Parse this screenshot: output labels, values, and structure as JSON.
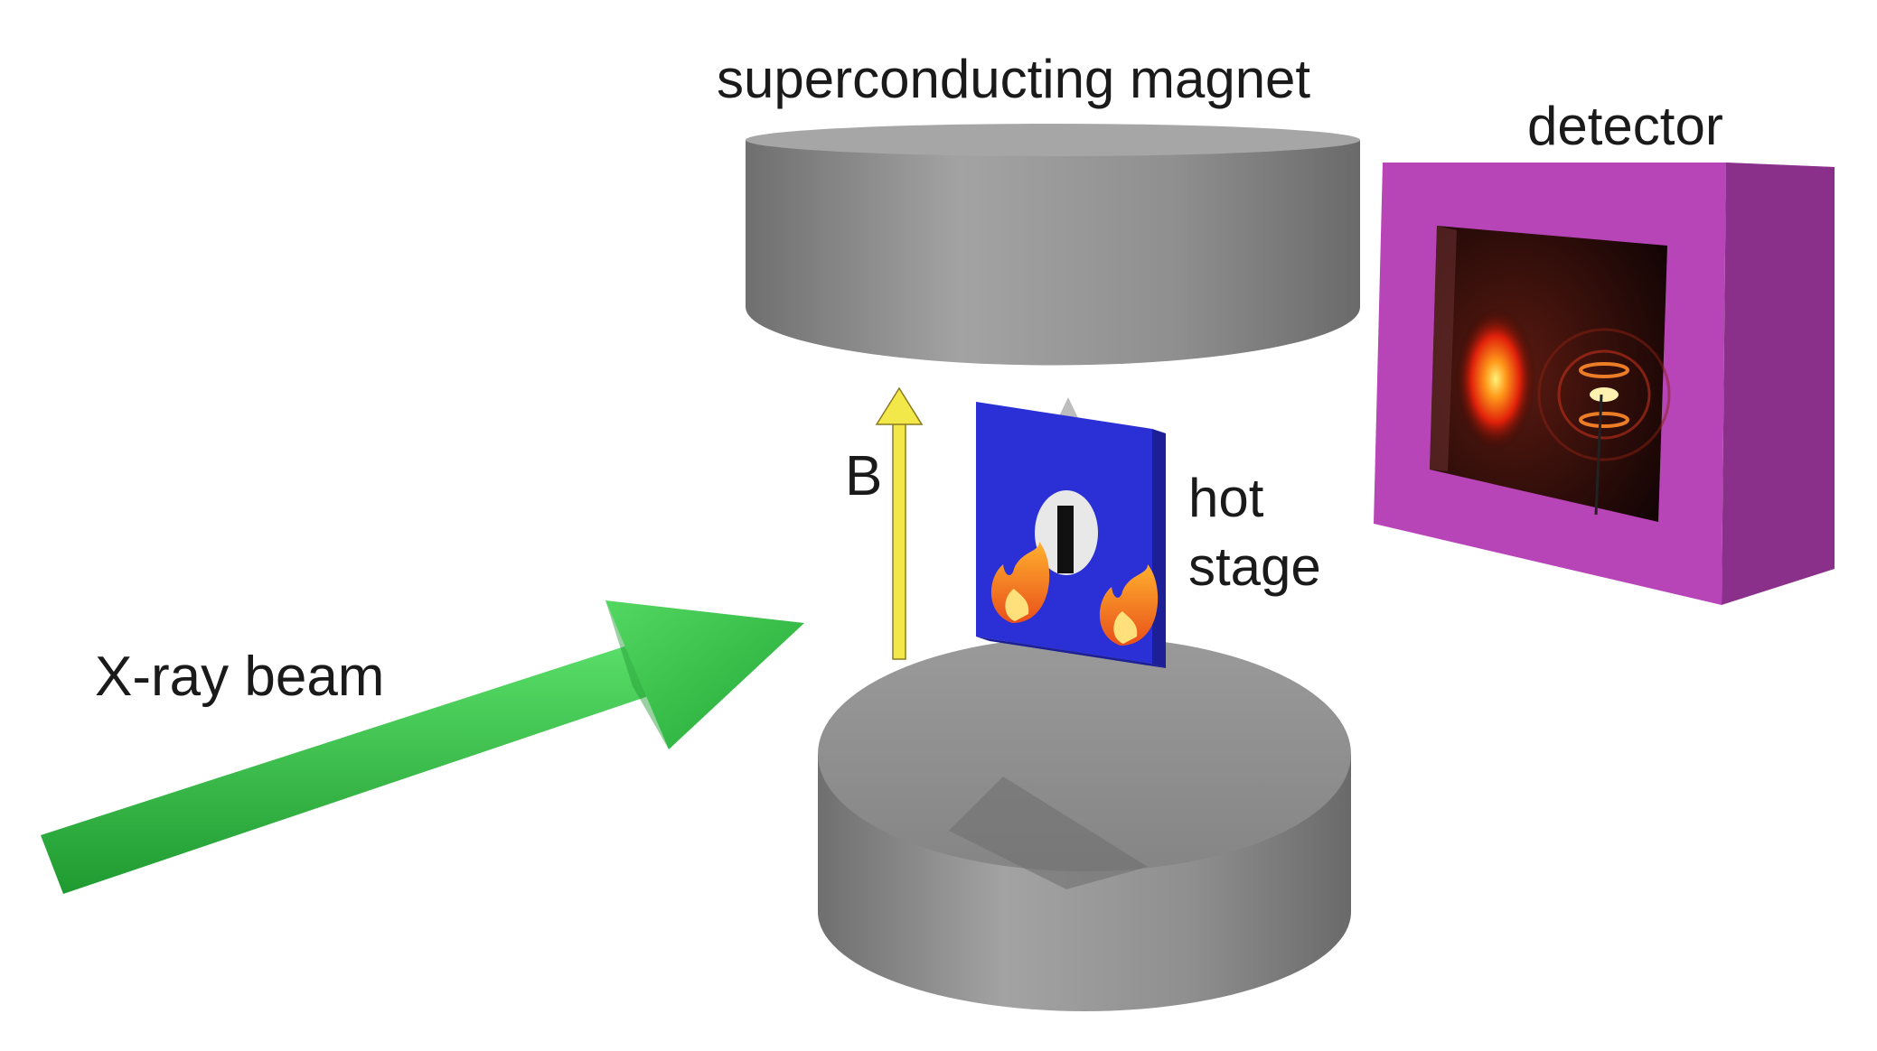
{
  "labels": {
    "magnet": "superconducting magnet",
    "detector": "detector",
    "field": "B",
    "stage_line1": "hot",
    "stage_line2": "stage",
    "beam": "X-ray beam"
  },
  "colors": {
    "magnet_gray": "#8a8a8a",
    "stage_blue": "#2b2fd6",
    "detector_magenta": "#b845b8",
    "beam_green": "#33c94a",
    "field_arrow_yellow": "#f2e84a",
    "flame_orange": "#f07a1a"
  },
  "icons": {
    "stage_decoration": "flame-icon",
    "field_indicator": "arrow-up-icon",
    "beam_indicator": "arrow-right-icon"
  }
}
